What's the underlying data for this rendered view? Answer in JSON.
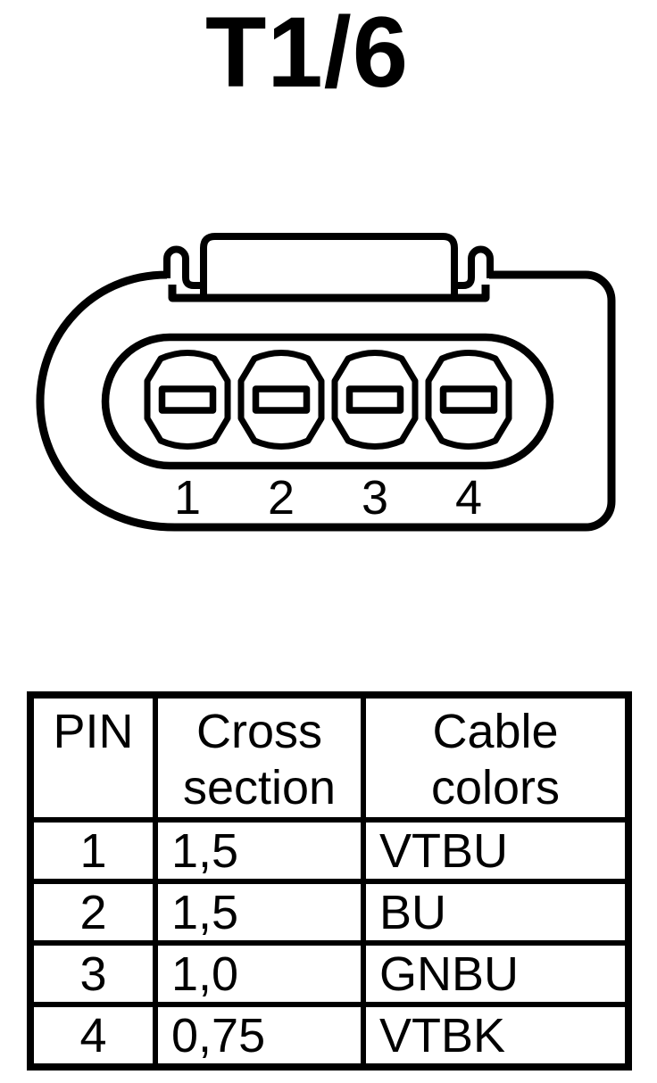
{
  "title": "T1/6",
  "connector": {
    "pin_labels": [
      "1",
      "2",
      "3",
      "4"
    ]
  },
  "table": {
    "headers": [
      "PIN",
      "Cross section",
      "Cable colors"
    ],
    "rows": [
      {
        "pin": "1",
        "cross_section": "1,5",
        "cable_colors": "VTBU"
      },
      {
        "pin": "2",
        "cross_section": "1,5",
        "cable_colors": "BU"
      },
      {
        "pin": "3",
        "cross_section": "1,0",
        "cable_colors": "GNBU"
      },
      {
        "pin": "4",
        "cross_section": "0,75",
        "cable_colors": "VTBK"
      }
    ]
  },
  "colors": {
    "ink": "#000000",
    "background": "#ffffff"
  }
}
